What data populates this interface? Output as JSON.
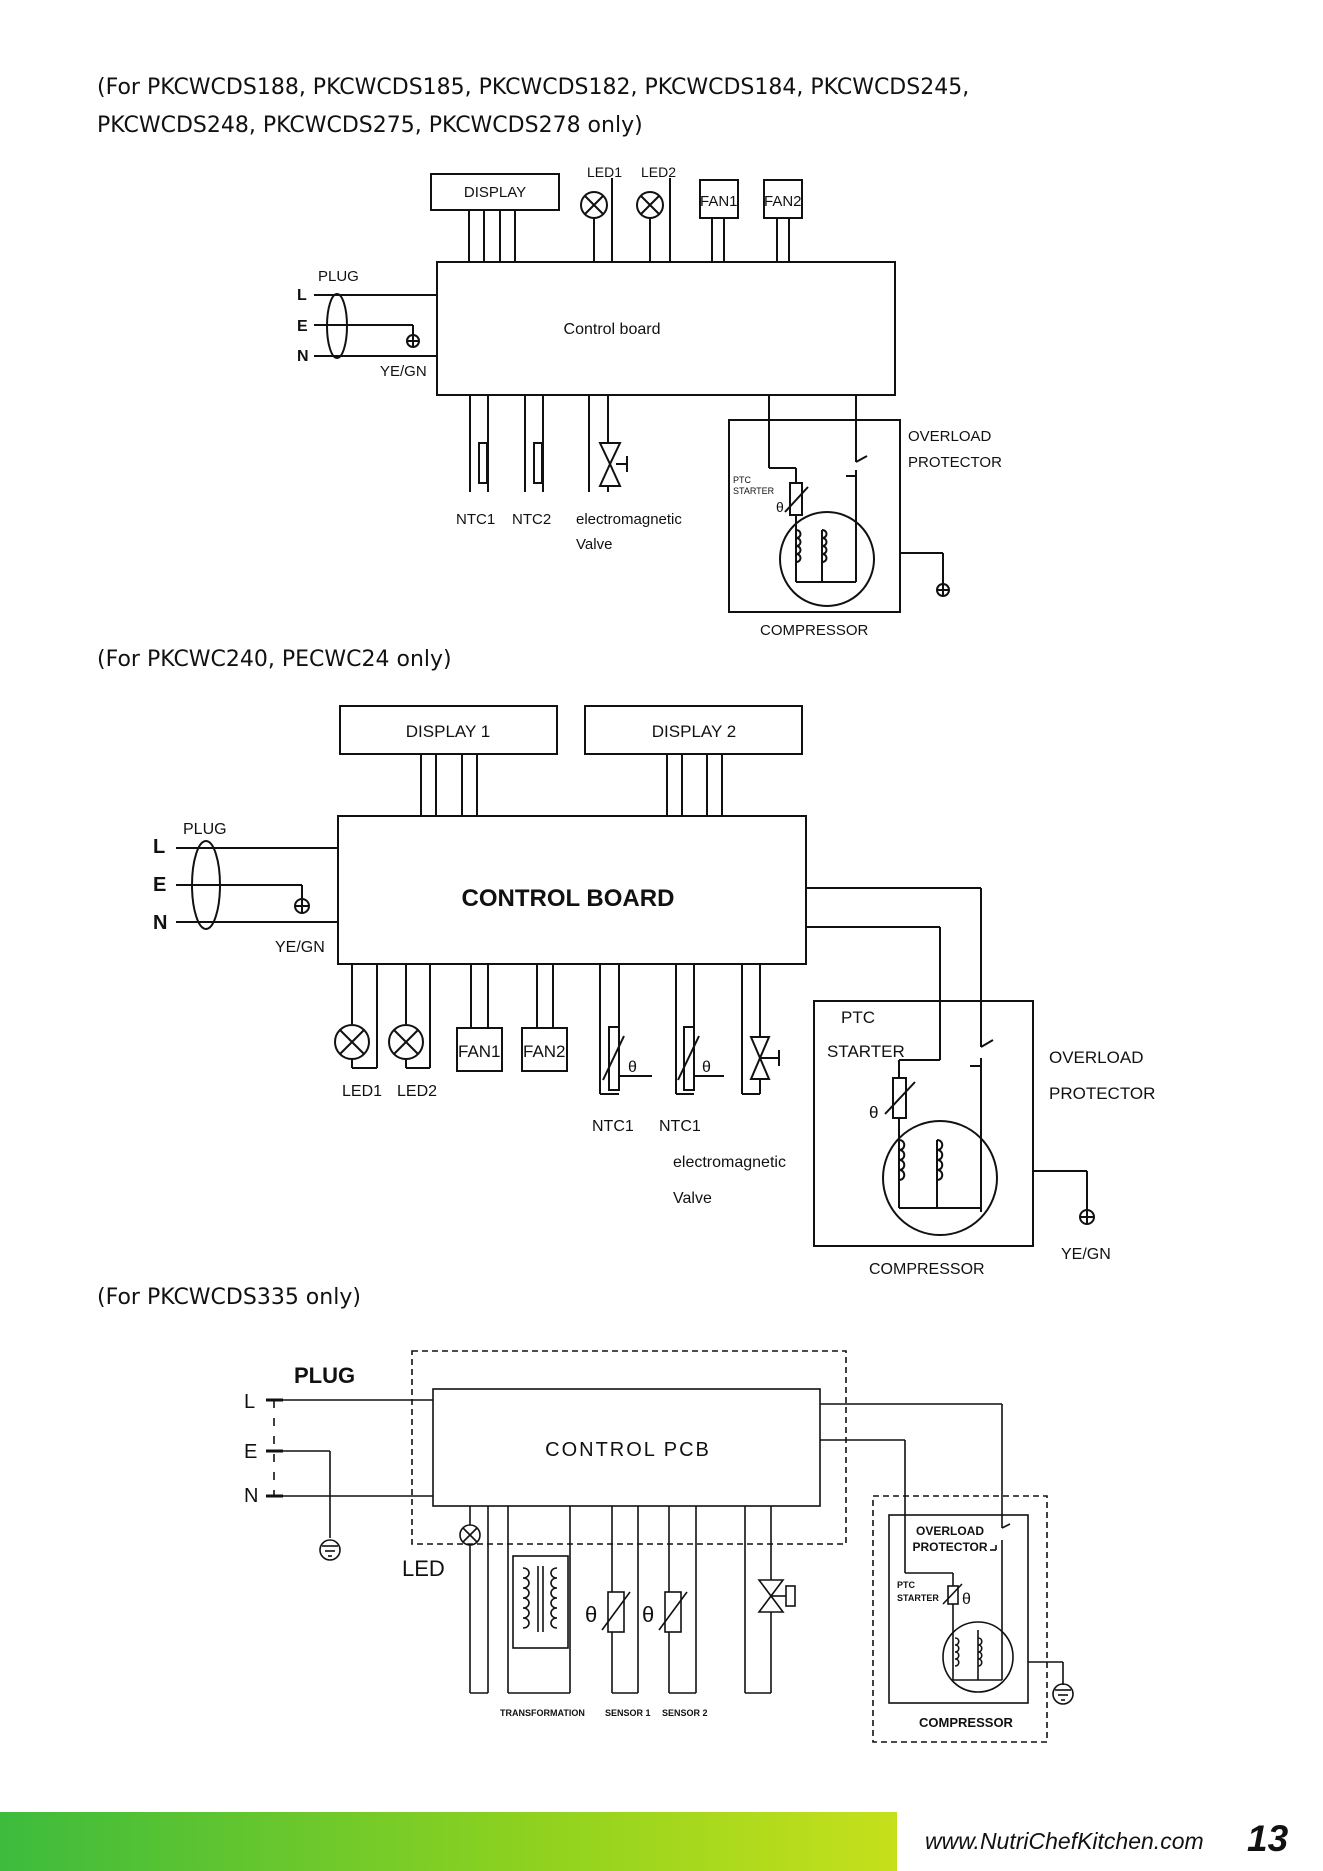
{
  "headings": {
    "section1_line1": "(For PKCWCDS188, PKCWCDS185, PKCWCDS182, PKCWCDS184, PKCWCDS245,",
    "section1_line2": "PKCWCDS248, PKCWCDS275, PKCWCDS278 only)",
    "section2": "(For PKCWC240, PECWC24 only)",
    "section3": "(For PKCWCDS335 only)"
  },
  "diagram1": {
    "display": "DISPLAY",
    "led1": "LED1",
    "led2": "LED2",
    "fan1": "FAN1",
    "fan2": "FAN2",
    "plug": "PLUG",
    "l": "L",
    "e": "E",
    "n": "N",
    "yegn": "YE/GN",
    "control_board": "Control board",
    "ntc1": "NTC1",
    "ntc2": "NTC2",
    "valve_line1": "electromagnetic",
    "valve_line2": "Valve",
    "overload_line1": "OVERLOAD",
    "overload_line2": "PROTECTOR",
    "ptc_line1": "PTC",
    "ptc_line2": "STARTER",
    "theta": "θ",
    "compressor": "COMPRESSOR"
  },
  "diagram2": {
    "display1": "DISPLAY 1",
    "display2": "DISPLAY 2",
    "plug": "PLUG",
    "l": "L",
    "e": "E",
    "n": "N",
    "yegn_plug": "YE/GN",
    "control_board": "CONTROL BOARD",
    "led1": "LED1",
    "led2": "LED2",
    "fan1": "FAN1",
    "fan2": "FAN2",
    "ntc_a": "NTC1",
    "ntc_b": "NTC1",
    "theta": "θ",
    "valve_line1": "electromagnetic",
    "valve_line2": "Valve",
    "ptc": "PTC",
    "starter": "STARTER",
    "overload": "OVERLOAD",
    "protector": "PROTECTOR",
    "compressor": "COMPRESSOR",
    "yegn_comp": "YE/GN"
  },
  "diagram3": {
    "plug": "PLUG",
    "l": "L",
    "e": "E",
    "n": "N",
    "control_pcb": "CONTROL PCB",
    "led": "LED",
    "transformation": "TRANSFORMATION",
    "sensor1": "SENSOR 1",
    "sensor2": "SENSOR 2",
    "theta": "θ",
    "overload_line1": "OVERLOAD",
    "overload_line2": "PROTECTOR",
    "ptc": "PTC",
    "starter": "STARTER",
    "compressor": "COMPRESSOR"
  },
  "footer": {
    "url": "www.NutriChefKitchen.com",
    "page_number": "13"
  },
  "colors": {
    "footer_gradient_start": "#3dbb3d",
    "footer_gradient_end": "#c6e01b"
  }
}
